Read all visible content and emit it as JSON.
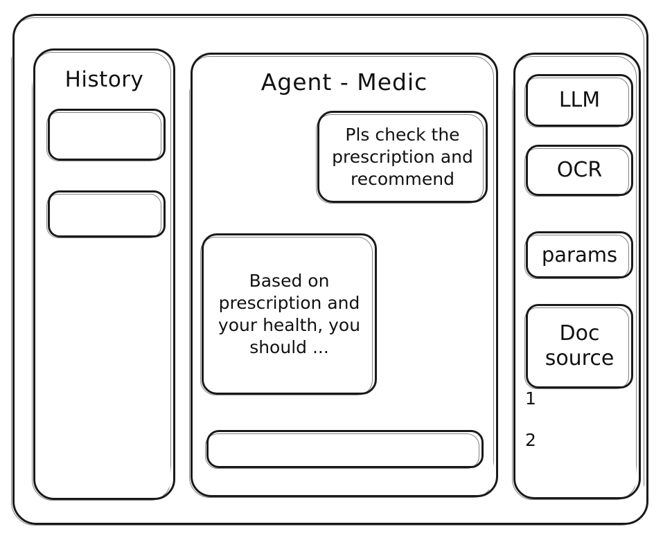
{
  "window": {
    "name": "agent-wireframe-window"
  },
  "sidebar_history": {
    "title": "History",
    "items": [
      {
        "label": ""
      },
      {
        "label": ""
      }
    ]
  },
  "main": {
    "title": "Agent - Medic",
    "messages": [
      {
        "role": "user",
        "text": "Pls check the prescription and recommend"
      },
      {
        "role": "assistant",
        "text": "Based on prescription and your health, you should ..."
      }
    ],
    "composer": {
      "value": "",
      "placeholder": ""
    }
  },
  "sidebar_tools": {
    "buttons": [
      {
        "label": "LLM"
      },
      {
        "label": "OCR"
      },
      {
        "label": "params"
      }
    ],
    "doc_source": {
      "label_line_1": "Doc",
      "label_line_2": "source",
      "references": [
        "1",
        "2"
      ]
    }
  },
  "colors": {
    "ink": "#1a1a1a",
    "paper": "#ffffff"
  }
}
